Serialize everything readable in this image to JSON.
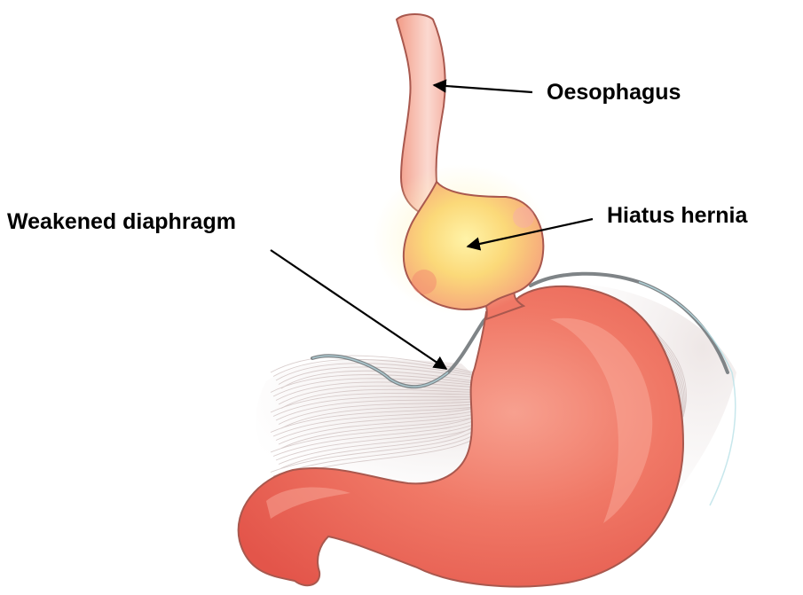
{
  "labels": {
    "oesophagus": "Oesophagus",
    "hiatus_hernia": "Hiatus hernia",
    "weakened_diaphragm": "Weakened diaphragm"
  },
  "colors": {
    "stomach": "#ef6d5c",
    "stomach_highlight": "#f9a08e",
    "outline": "#a9584e",
    "hernia_glow": "#fbe07a",
    "diaphragm_line": "#7f8487",
    "arrow": "#000000"
  }
}
